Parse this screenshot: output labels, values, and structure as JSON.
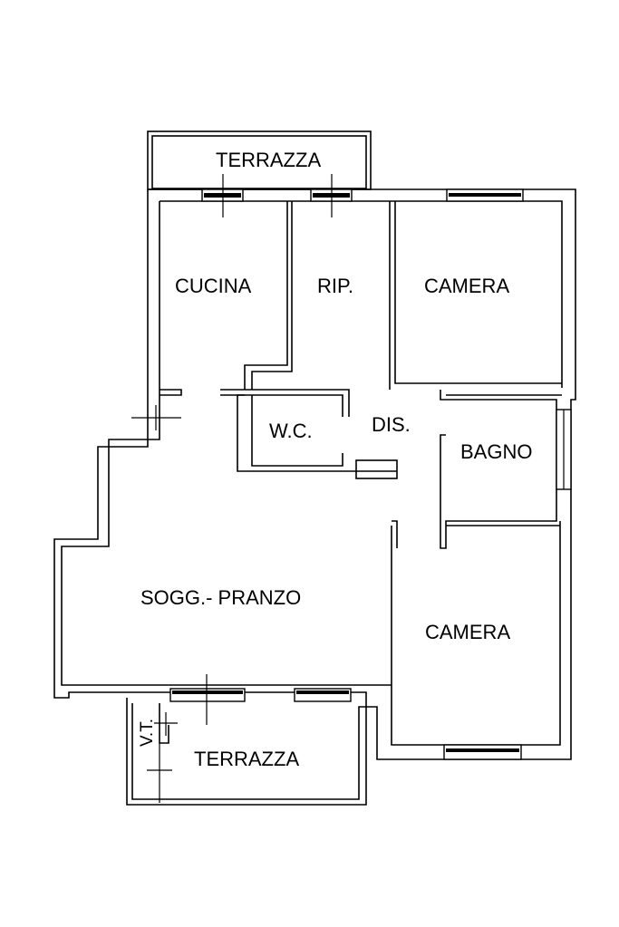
{
  "floor_plan": {
    "rooms": {
      "terrace_top": "TERRAZZA",
      "kitchen": "CUCINA",
      "storage": "RIP.",
      "bedroom_top": "CAMERA",
      "wc": "W.C.",
      "hall": "DIS.",
      "bathroom": "BAGNO",
      "living_dining": "SOGG.- PRANZO",
      "bedroom_bottom": "CAMERA",
      "terrace_bottom": "TERRAZZA",
      "shaft": "V.T."
    }
  }
}
